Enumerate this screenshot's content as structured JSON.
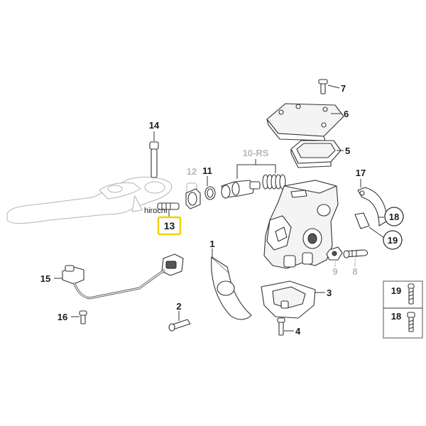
{
  "labels": {
    "l1": "1",
    "l2": "2",
    "l3": "3",
    "l4": "4",
    "l5": "5",
    "l6": "6",
    "l7": "7",
    "l8": "8",
    "l9": "9",
    "l10": "10-RS",
    "l11": "11",
    "l12": "12",
    "l13": "13",
    "l14": "14",
    "l15": "15",
    "l16": "16",
    "l17": "17",
    "l18": "18",
    "l19": "19",
    "inset19": "19",
    "inset18": "18"
  },
  "watermark": "hirochi",
  "colors": {
    "highlight": "#f2d100",
    "ghost": "#b8b8b8",
    "ink": "#1a1a1a"
  }
}
